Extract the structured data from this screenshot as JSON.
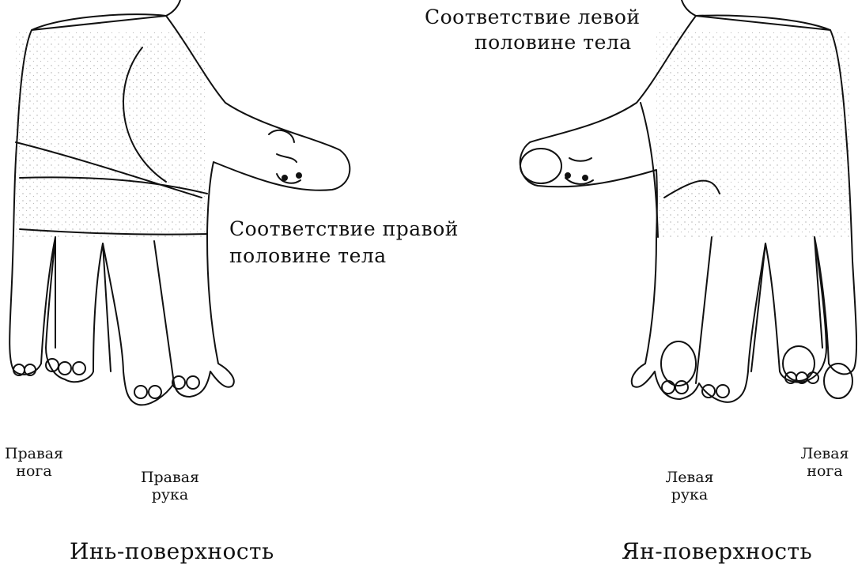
{
  "labels": {
    "top_right_line1": "Соответствие левой",
    "top_right_line2": "половине тела",
    "mid_line1": "Соответствие правой",
    "mid_line2": "половине тела",
    "right_leg_line1": "Правая",
    "right_leg_line2": "нога",
    "right_arm_line1": "Правая",
    "right_arm_line2": "рука",
    "left_arm_line1": "Левая",
    "left_arm_line2": "рука",
    "left_leg_line1": "Левая",
    "left_leg_line2": "нога",
    "caption_left": "Инь-поверхность",
    "caption_right": "Ян-поверхность"
  }
}
